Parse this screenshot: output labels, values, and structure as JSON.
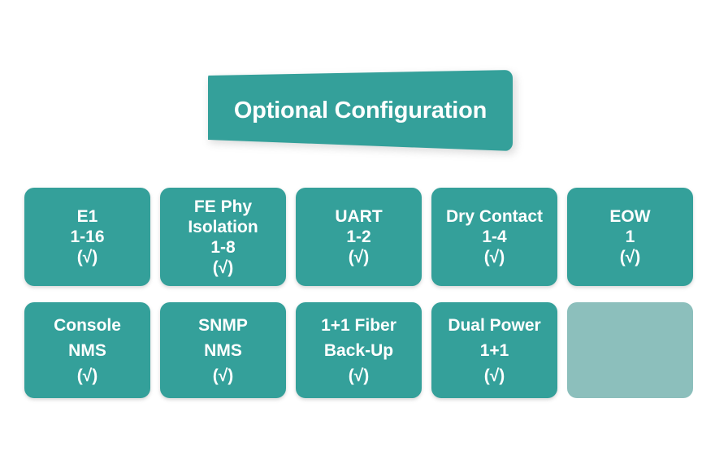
{
  "background_color": "#ffffff",
  "accent_color": "#34A09A",
  "faded_color": "#8CBFBC",
  "text_color": "#ffffff",
  "banner": {
    "title": "Optional Configuration"
  },
  "check_symbol": "(√)",
  "grid": {
    "rows": [
      {
        "cells": [
          {
            "lines": [
              "E1",
              "1-16"
            ],
            "check": "(√)",
            "faded": false
          },
          {
            "lines": [
              "FE Phy",
              "Isolation",
              "1-8"
            ],
            "check": "(√)",
            "faded": false
          },
          {
            "lines": [
              "UART",
              "1-2"
            ],
            "check": "(√)",
            "faded": false
          },
          {
            "lines": [
              "Dry Contact",
              "1-4"
            ],
            "check": "(√)",
            "faded": false
          },
          {
            "lines": [
              "EOW",
              "1"
            ],
            "check": "(√)",
            "faded": false
          }
        ]
      },
      {
        "cells": [
          {
            "lines": [
              "Console",
              "NMS"
            ],
            "check": "(√)",
            "faded": false
          },
          {
            "lines": [
              "SNMP",
              "NMS"
            ],
            "check": "(√)",
            "faded": false
          },
          {
            "lines": [
              "1+1 Fiber",
              "Back-Up"
            ],
            "check": "(√)",
            "faded": false
          },
          {
            "lines": [
              "Dual Power",
              "1+1"
            ],
            "check": "(√)",
            "faded": false
          },
          {
            "lines": [],
            "check": "",
            "faded": true
          }
        ]
      }
    ]
  }
}
